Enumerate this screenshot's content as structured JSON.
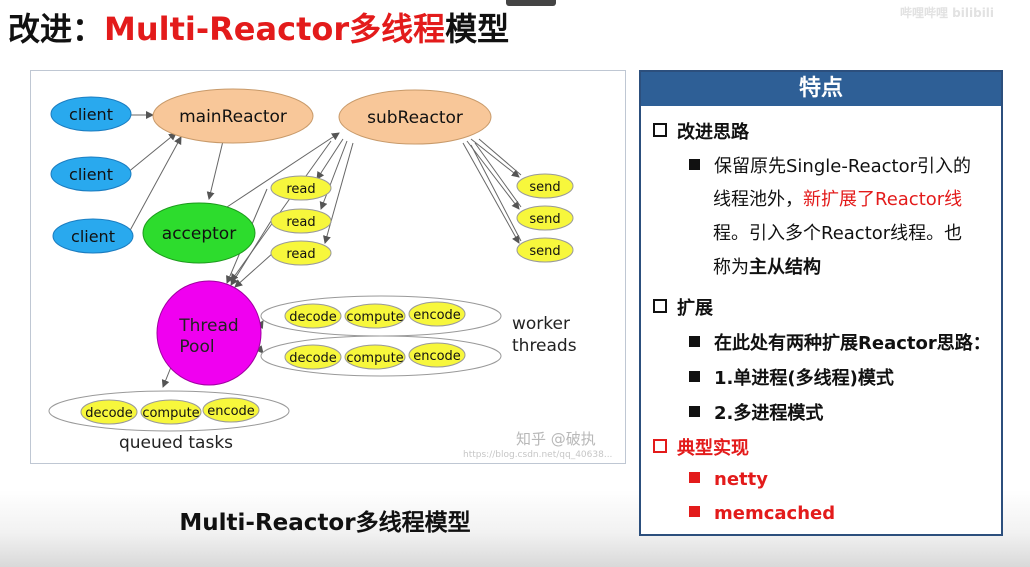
{
  "title": {
    "prefix": "改进：",
    "accent": "Multi-Reactor多线程",
    "suffix": "模型"
  },
  "watermark_top": "哔哩哔哩 bilibili",
  "diagram": {
    "clients": [
      "client",
      "client",
      "client"
    ],
    "main_reactor": "mainReactor",
    "sub_reactor": "subReactor",
    "acceptor": "acceptor",
    "reads": [
      "read",
      "read",
      "read"
    ],
    "sends": [
      "send",
      "send",
      "send"
    ],
    "thread_pool": [
      "Thread",
      "Pool"
    ],
    "worker_rows": [
      [
        "decode",
        "compute",
        "encode"
      ],
      [
        "decode",
        "compute",
        "encode"
      ]
    ],
    "worker_label": [
      "worker",
      "threads"
    ],
    "queued_row": [
      "decode",
      "compute",
      "encode"
    ],
    "queued_label": "queued tasks",
    "watermark": "知乎 @破执",
    "watermark_url": "https://blog.csdn.net/qq_40638..."
  },
  "caption": "Multi-Reactor多线程模型",
  "panel": {
    "header": "特点",
    "sections": {
      "s1": "改进思路",
      "s1_p1": "保留原先Single-Reactor引入的",
      "s1_p2a": "线程池外，",
      "s1_p2b": "新扩展了Reactor线",
      "s1_p3": "程。引入多个Reactor线程。也",
      "s1_p4a": "称为",
      "s1_p4b": "主从结构",
      "s2": "扩展",
      "s2_i1": "在此处有两种扩展Reactor思路：",
      "s2_i2": "1.单进程(多线程)模式",
      "s2_i3": "2.多进程模式",
      "s3": "典型实现",
      "s3_i1": "netty",
      "s3_i2": "memcached"
    }
  },
  "colors": {
    "accent": "#e31b1b",
    "panel_header": "#2e5f96",
    "client": "#29a9ee",
    "reactor": "#f8c799",
    "acceptor": "#2ddc2d",
    "pool": "#f000f0",
    "task": "#f7f73c"
  }
}
